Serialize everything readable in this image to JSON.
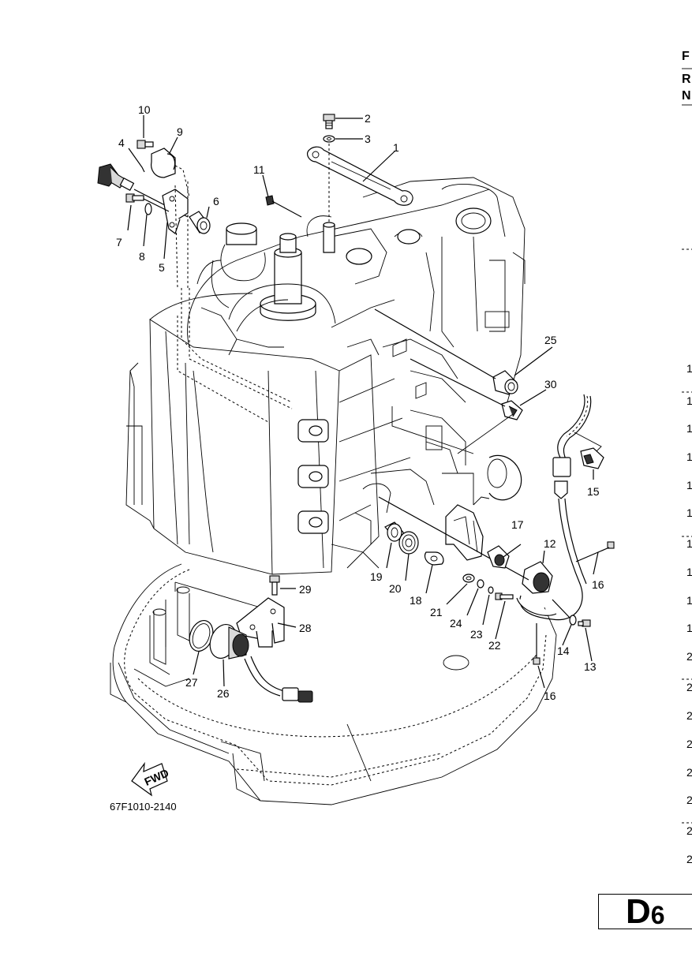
{
  "diagram_code": "67F1010-2140",
  "fwd_label": "FWD",
  "page": {
    "letter": "D",
    "number": "6"
  },
  "side_column": {
    "header_letters": [
      "F",
      "R",
      "N"
    ],
    "row_digits": [
      "1",
      "1",
      "1",
      "1",
      "1",
      "1",
      "1",
      "1",
      "1",
      "1",
      "2",
      "2",
      "2",
      "2",
      "2",
      "2",
      "2",
      "2"
    ]
  },
  "callouts": [
    {
      "id": "c1",
      "label": "1"
    },
    {
      "id": "c2",
      "label": "2"
    },
    {
      "id": "c3",
      "label": "3"
    },
    {
      "id": "c4",
      "label": "4"
    },
    {
      "id": "c5",
      "label": "5"
    },
    {
      "id": "c6",
      "label": "6"
    },
    {
      "id": "c7",
      "label": "7"
    },
    {
      "id": "c8",
      "label": "8"
    },
    {
      "id": "c9",
      "label": "9"
    },
    {
      "id": "c10",
      "label": "10"
    },
    {
      "id": "c11",
      "label": "11"
    },
    {
      "id": "c12",
      "label": "12"
    },
    {
      "id": "c13",
      "label": "13"
    },
    {
      "id": "c14",
      "label": "14"
    },
    {
      "id": "c15",
      "label": "15"
    },
    {
      "id": "c16a",
      "label": "16"
    },
    {
      "id": "c16b",
      "label": "16"
    },
    {
      "id": "c17",
      "label": "17"
    },
    {
      "id": "c18",
      "label": "18"
    },
    {
      "id": "c19",
      "label": "19"
    },
    {
      "id": "c20",
      "label": "20"
    },
    {
      "id": "c21",
      "label": "21"
    },
    {
      "id": "c22",
      "label": "22"
    },
    {
      "id": "c23",
      "label": "23"
    },
    {
      "id": "c24",
      "label": "24"
    },
    {
      "id": "c25",
      "label": "25"
    },
    {
      "id": "c26",
      "label": "26"
    },
    {
      "id": "c27",
      "label": "27"
    },
    {
      "id": "c28",
      "label": "28"
    },
    {
      "id": "c29",
      "label": "29"
    },
    {
      "id": "c30",
      "label": "30"
    }
  ]
}
